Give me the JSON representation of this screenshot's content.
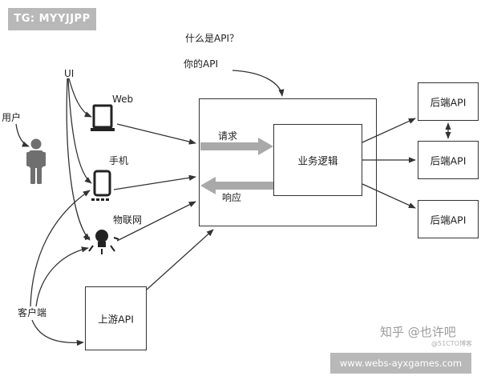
{
  "tag": "TG: MYYJJPP",
  "footer_url": "www.webs-ayxgames.com",
  "annotations": {
    "what_is_api": "什么是API？",
    "your_api": "你的API"
  },
  "labels": {
    "ui": "UI",
    "user": "用户",
    "web": "Web",
    "phone": "手机",
    "iot": "物联网",
    "client": "客户端",
    "request": "请求",
    "response": "响应"
  },
  "boxes": {
    "business_logic": "业务逻辑",
    "upstream_api": "上游API",
    "backend_api_1": "后端API",
    "backend_api_2": "后端API",
    "backend_api_3": "后端API"
  },
  "watermark": {
    "main": "知乎 @也许吧",
    "small": "@51CTO博客"
  },
  "colors": {
    "line": "#333333",
    "arrow_fill": "#a9a9a9",
    "tag_bg": "#b8b8b8"
  },
  "icons": [
    "person-icon",
    "laptop-icon",
    "phone-icon",
    "lightbulb-icon"
  ]
}
